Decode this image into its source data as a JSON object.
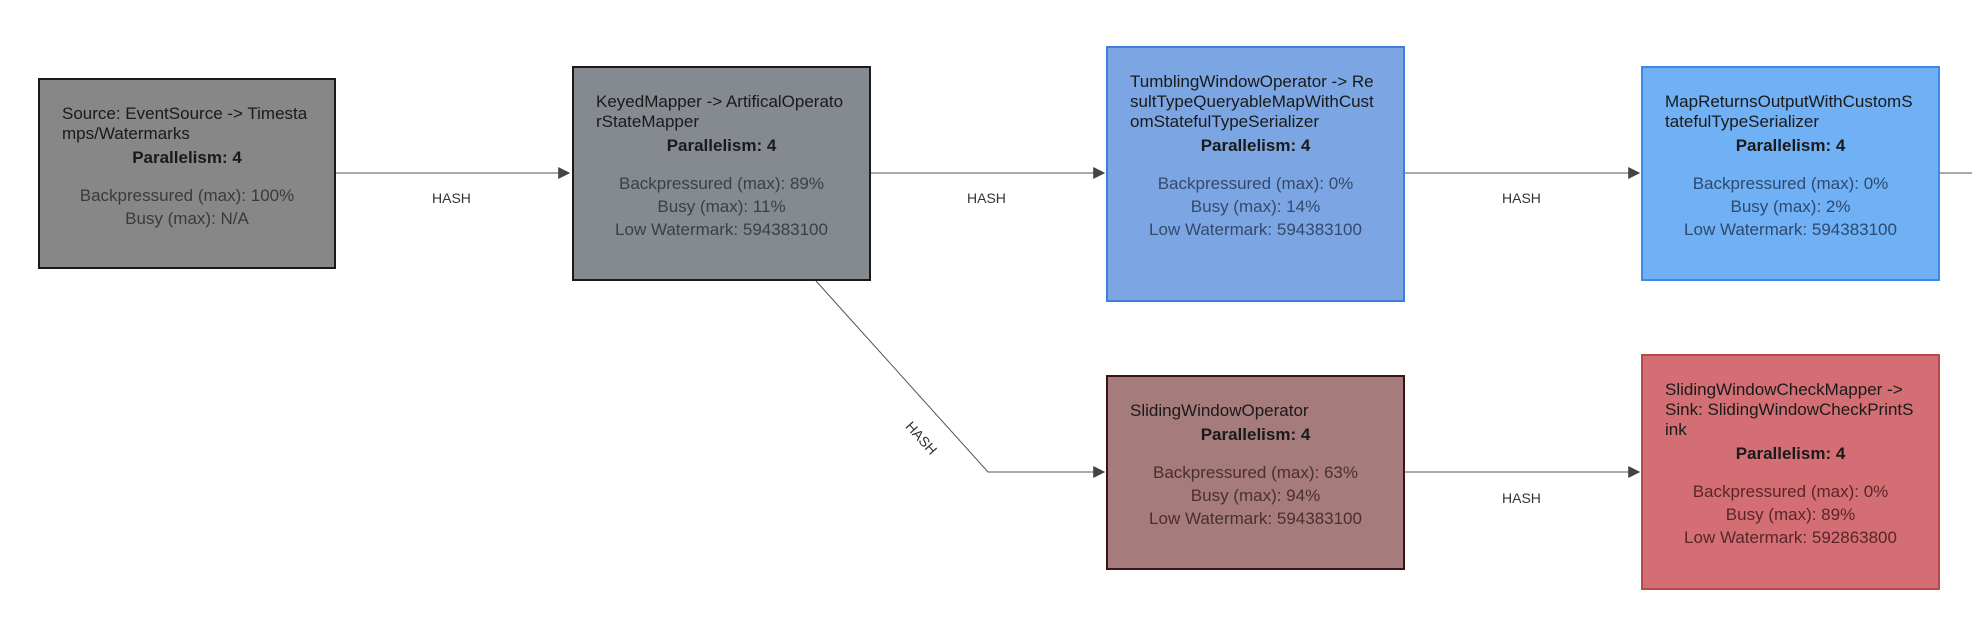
{
  "nodes": [
    {
      "title": "Source: EventSource -> Timestamps/Watermarks",
      "parallelism": "Parallelism: 4",
      "metrics": [
        "Backpressured (max): 100%",
        "Busy (max): N/A"
      ],
      "fill": "#878787",
      "border": "#1a1a1a",
      "metric_color": "#3a3a3a"
    },
    {
      "title": "KeyedMapper -> ArtificalOperatorStateMapper",
      "parallelism": "Parallelism: 4",
      "metrics": [
        "Backpressured (max): 89%",
        "Busy (max): 11%",
        "Low Watermark: 594383100"
      ],
      "fill": "#858a91",
      "border": "#1a1a1a",
      "metric_color": "#3a3f47"
    },
    {
      "title": "TumblingWindowOperator -> ResultTypeQueryableMapWithCustomStatefulTypeSerializer",
      "parallelism": "Parallelism: 4",
      "metrics": [
        "Backpressured (max): 0%",
        "Busy (max): 14%",
        "Low Watermark: 594383100"
      ],
      "fill": "#7ba6e3",
      "border": "#3f7fd9",
      "metric_color": "#34496b"
    },
    {
      "title": "MapReturnsOutputWithCustomStatefulTypeSerializer",
      "parallelism": "Parallelism: 4",
      "metrics": [
        "Backpressured (max): 0%",
        "Busy (max): 2%",
        "Low Watermark: 594383100"
      ],
      "fill": "#70b0f5",
      "border": "#3d8ae3",
      "metric_color": "#2d4a6e"
    },
    {
      "title": "SlidingWindowOperator",
      "parallelism": "Parallelism: 4",
      "metrics": [
        "Backpressured (max): 63%",
        "Busy (max): 94%",
        "Low Watermark: 594383100"
      ],
      "fill": "#a57c7b",
      "border": "#3a1414",
      "metric_color": "#4a2f2f"
    },
    {
      "title": "SlidingWindowCheckMapper -> Sink: SlidingWindowCheckPrintSink",
      "parallelism": "Parallelism: 4",
      "metrics": [
        "Backpressured (max): 0%",
        "Busy (max): 89%",
        "Low Watermark: 592863800"
      ],
      "fill": "#d36f74",
      "border": "#b84a50",
      "metric_color": "#5a2528"
    }
  ],
  "edges": [
    {
      "label": "HASH"
    },
    {
      "label": "HASH"
    },
    {
      "label": "HASH"
    },
    {
      "label": "HASH"
    },
    {
      "label": "HASH"
    }
  ]
}
